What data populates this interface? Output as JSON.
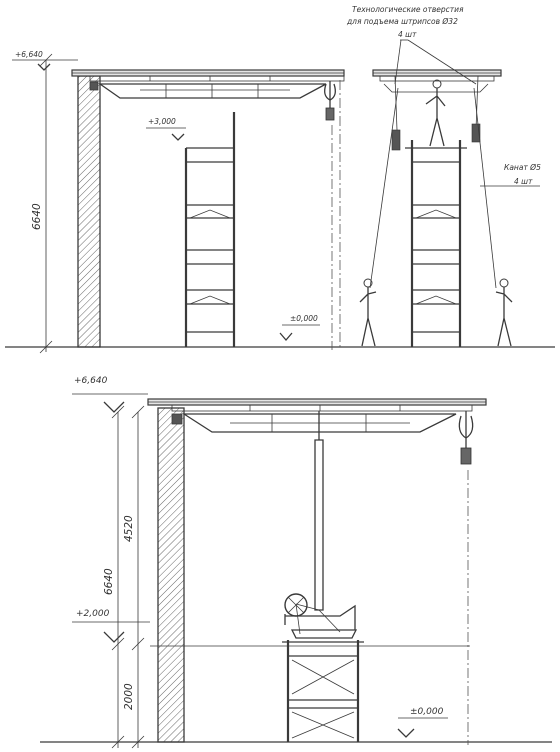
{
  "levels": {
    "top": "+6,640",
    "mid_mark": "+3,000",
    "zero": "±0,000",
    "plus2": "+2,000"
  },
  "dims": {
    "total": "6640",
    "upper": "4520",
    "lower": "2000"
  },
  "notes": {
    "holes_line1": "Технологические отверстия",
    "holes_line2": "для подъема штрипсов Ø32",
    "holes_line3": "4 шт",
    "rope_line1": "Канат Ø5",
    "rope_line2": "4 шт"
  },
  "colors": {
    "ink": "#3a3a3a",
    "background": "#ffffff"
  }
}
